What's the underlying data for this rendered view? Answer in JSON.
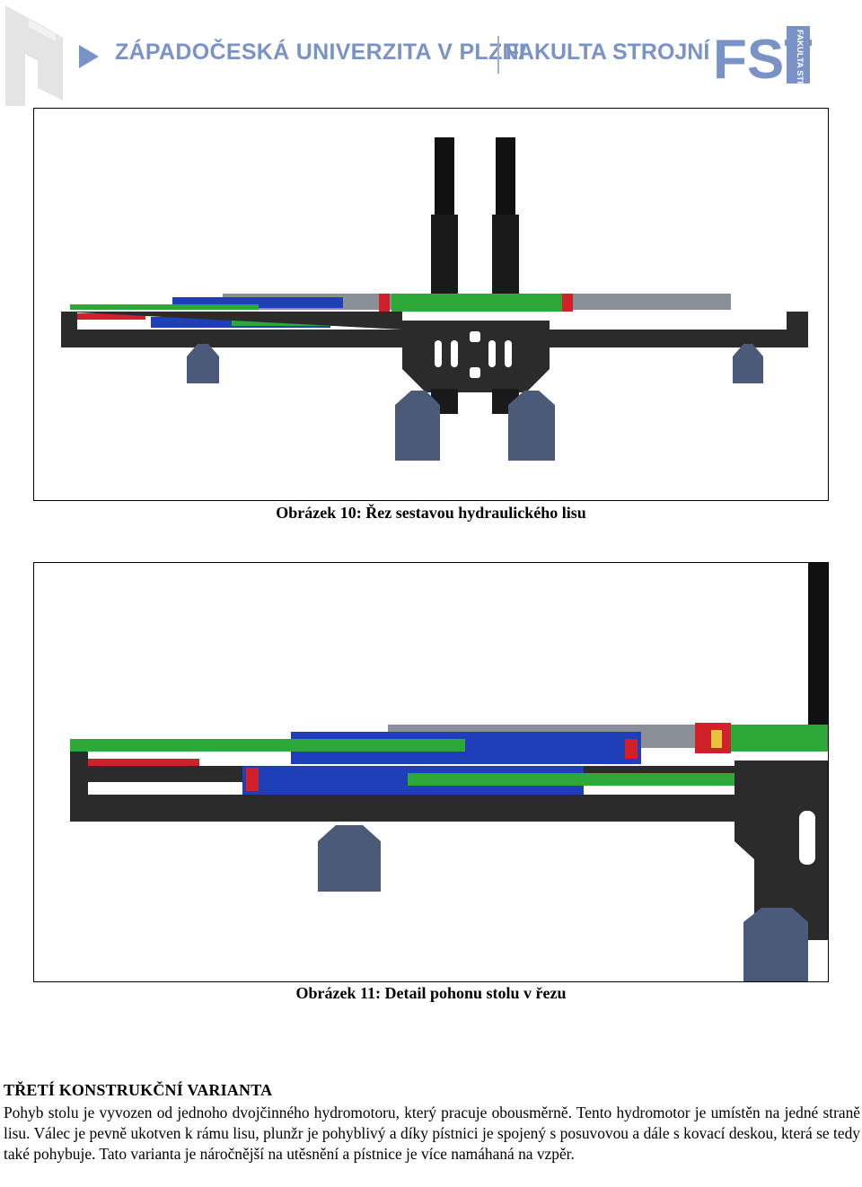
{
  "header": {
    "university": "ZÁPADOČESKÁ UNIVERZITA V PLZNI",
    "faculty": "FAKULTA STROJNÍ",
    "logo_text": "FST",
    "logo_subtext": "FAKULTA STROJNÍ",
    "brand_color": "#7a93c6"
  },
  "figures": [
    {
      "caption": "Obrázek 10: Řez sestavou hydraulického lisu"
    },
    {
      "caption": "Obrázek 11: Detail pohonu stolu v řezu"
    }
  ],
  "section": {
    "heading": "TŘETÍ KONSTRUKČNÍ VARIANTA",
    "paragraph": "Pohyb stolu je vyvozen od jednoho dvojčinného hydromotoru, který pracuje obousměrně. Tento hydromotor je umístěn na jedné straně lisu. Válec je pevně ukotven k rámu lisu, plunžr je pohyblivý a díky pístnici je spojený s posuvovou a dále s kovací deskou, která se tedy také pohybuje. Tato varianta je náročnější na utěsnění a pístnice je více namáhaná na vzpěr."
  },
  "colors": {
    "frame": "#2b2b2b",
    "piston_green": "#2fa83a",
    "cylinder_blue": "#1f3fb8",
    "rod_red": "#d0202a",
    "support_blue": "#4a5a78",
    "plate_grey": "#8a8f98"
  }
}
